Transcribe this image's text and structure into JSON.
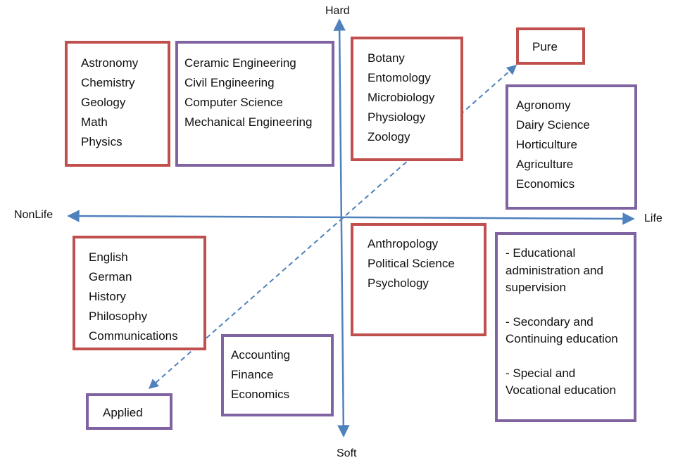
{
  "axes": {
    "hard": "Hard",
    "soft": "Soft",
    "nonlife": "NonLife",
    "life": "Life"
  },
  "dimension": {
    "pure": "Pure",
    "applied": "Applied"
  },
  "groups": {
    "hard_nonlife_pure": [
      "Astronomy",
      "Chemistry",
      "Geology",
      "Math",
      "Physics"
    ],
    "hard_nonlife_applied": [
      "Ceramic Engineering",
      "Civil Engineering",
      "Computer Science",
      "Mechanical Engineering"
    ],
    "hard_life_pure": [
      "Botany",
      "Entomology",
      "Microbiology",
      "Physiology",
      "Zoology"
    ],
    "hard_life_applied": [
      "Agronomy",
      "Dairy Science",
      "Horticulture",
      "Agriculture",
      "Economics"
    ],
    "soft_nonlife_pure": [
      "English",
      "German",
      "History",
      "Philosophy",
      "Communications"
    ],
    "soft_nonlife_applied": [
      "Accounting",
      "Finance",
      "Economics"
    ],
    "soft_life_pure": [
      "Anthropology",
      "Political Science",
      "Psychology"
    ],
    "soft_life_applied": [
      "- Educational administration and supervision",
      "- Secondary and Continuing education",
      "- Special and Vocational education"
    ]
  },
  "colors": {
    "axis": "#4f81bd",
    "pure_border": "#c0504d",
    "applied_border": "#8064a2"
  }
}
